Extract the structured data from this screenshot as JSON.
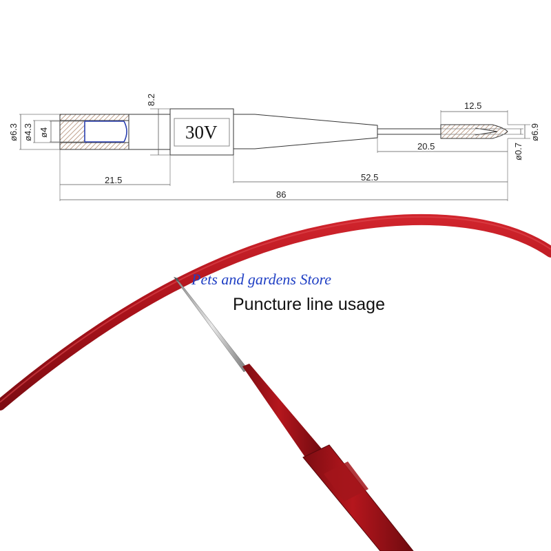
{
  "drawing": {
    "rating": "30V",
    "dims": {
      "d63": "ø6.3",
      "d43": "ø4.3",
      "d4": "ø4",
      "h82": "8.2",
      "l125": "12.5",
      "d69": "ø6.9",
      "l205": "20.5",
      "d07": "ø0.7",
      "l215": "21.5",
      "l525": "52.5",
      "l86": "86"
    }
  },
  "photo": {
    "watermark": "Pets and gardens Store",
    "caption": "Puncture line usage"
  },
  "colors": {
    "wire": "#b3141c",
    "probe_body": "#9e1418",
    "hatch": "#b08a70",
    "inner_line": "#2a3fb0"
  }
}
